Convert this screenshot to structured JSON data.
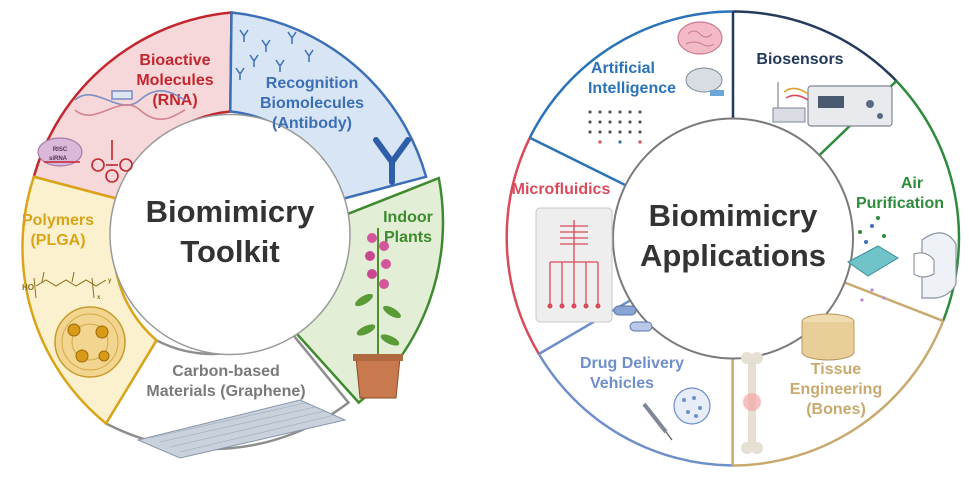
{
  "toolkit": {
    "center_line1": "Biomimicry",
    "center_line2": "Toolkit",
    "segments": [
      {
        "key": "bioactive",
        "lines": [
          "Bioactive",
          "Molecules",
          "(RNA)"
        ],
        "color": "#c2262e",
        "fill": "#f6d8da"
      },
      {
        "key": "recognition",
        "lines": [
          "Recognition",
          "Biomolecules",
          "(Antibody)"
        ],
        "color": "#3d6fb6",
        "fill": "#d7e5f5"
      },
      {
        "key": "plants",
        "lines": [
          "Indoor",
          "Plants"
        ],
        "color": "#3e8a2e",
        "fill": "#e2efd6"
      },
      {
        "key": "carbon",
        "lines": [
          "Carbon-based",
          "Materials (Graphene)"
        ],
        "color": "#8e8e8e",
        "fill": "#ffffff"
      },
      {
        "key": "polymers",
        "lines": [
          "Polymers",
          "(PLGA)"
        ],
        "color": "#d9a417",
        "fill": "#fbf1cf"
      }
    ],
    "inset_labels": {
      "risc": "RISC",
      "sirna": "siRNA",
      "ho": "HO",
      "x": "x",
      "y": "y"
    }
  },
  "applications": {
    "center_line1": "Biomimicry",
    "center_line2": "Applications",
    "segments": [
      {
        "key": "ai",
        "lines": [
          "Artificial",
          "Intelligence"
        ],
        "color": "#2a73b8"
      },
      {
        "key": "biosensors",
        "lines": [
          "Biosensors"
        ],
        "color": "#233a5c"
      },
      {
        "key": "air",
        "lines": [
          "Air",
          "Purification"
        ],
        "color": "#2e8b3c"
      },
      {
        "key": "tissue",
        "lines": [
          "Tissue",
          "Engineering",
          "(Bones)"
        ],
        "color": "#c8aa6e"
      },
      {
        "key": "drug",
        "lines": [
          "Drug Delivery",
          "Vehicles"
        ],
        "color": "#6f8fcb"
      },
      {
        "key": "micro",
        "lines": [
          "Microfluidics"
        ],
        "color": "#d94a5a"
      }
    ]
  },
  "colors": {
    "center_text": "#333333"
  }
}
